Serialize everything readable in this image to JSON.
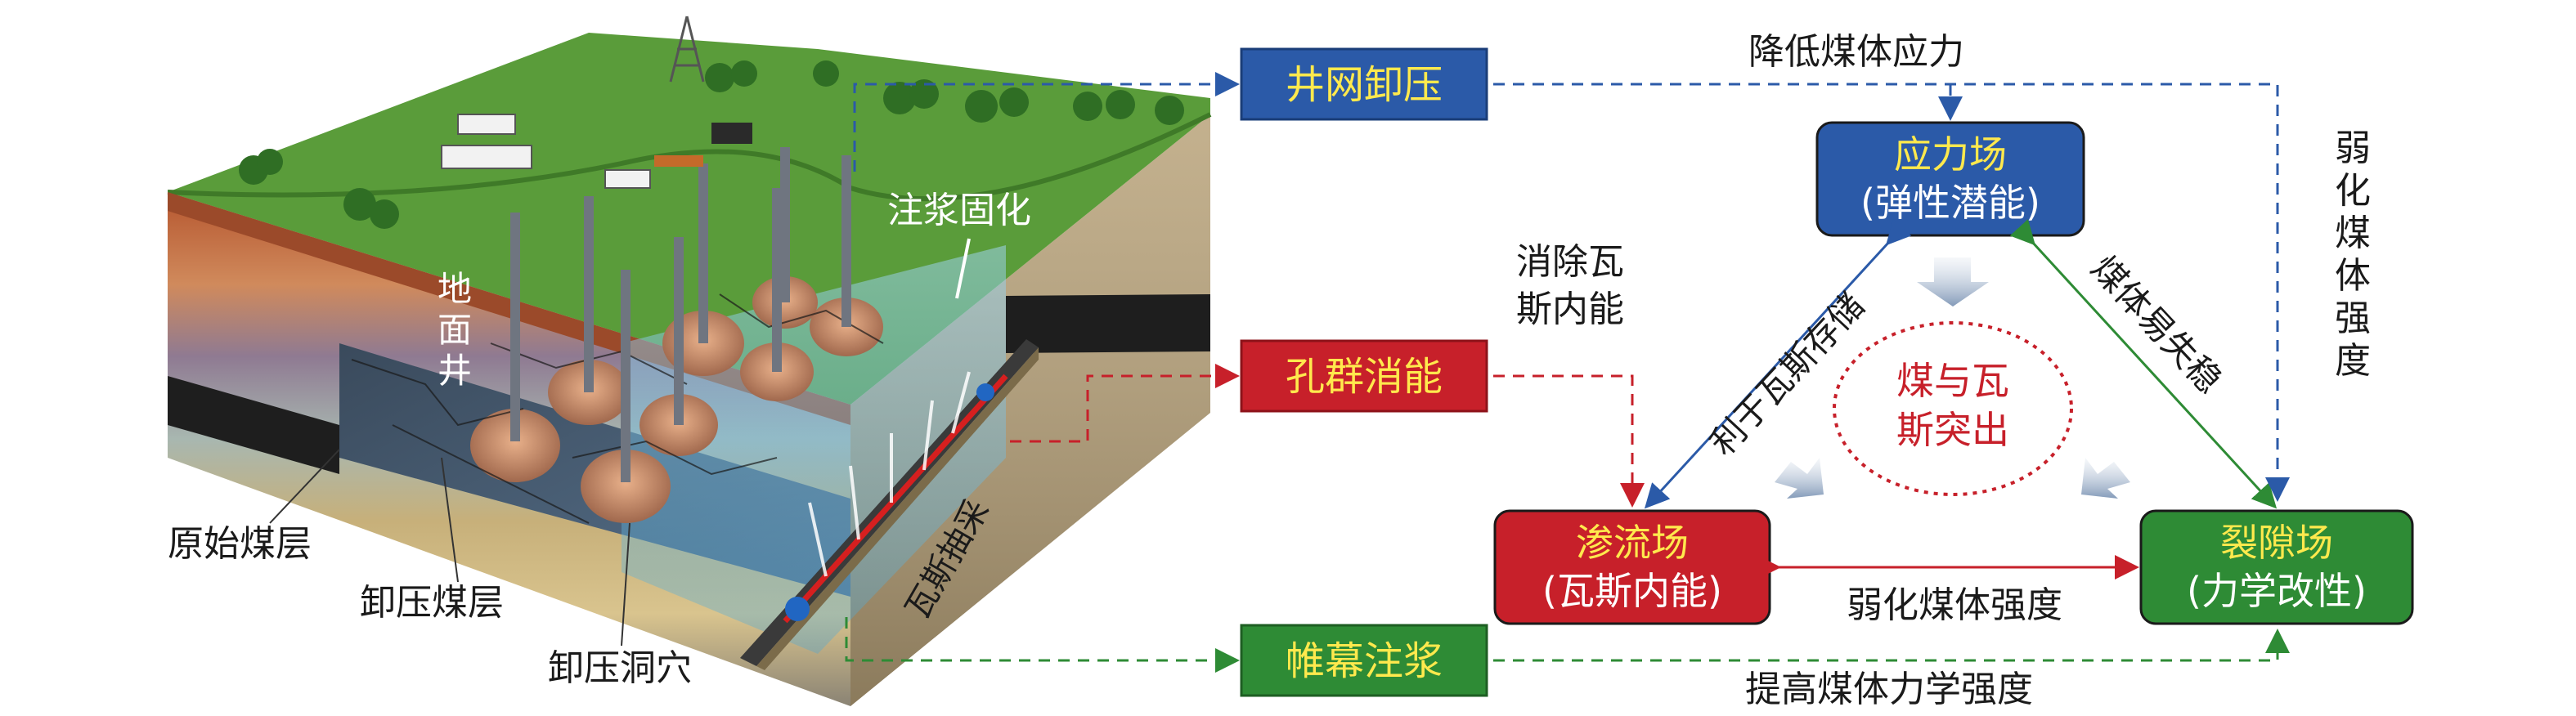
{
  "block_labels": {
    "surface_well": "地面井",
    "grout_solidify": "注浆固化",
    "original_seam": "原始煤层",
    "relieved_seam": "卸压煤层",
    "relief_cavity": "卸压洞穴",
    "gas_drainage": "瓦斯抽采"
  },
  "measures": {
    "well_network": "井网卸压",
    "hole_group": "孔群消能",
    "curtain_grout": "帷幕注浆"
  },
  "fields": {
    "stress": {
      "name": "应力场",
      "sub": "(弹性潜能)"
    },
    "seepage": {
      "name": "渗流场",
      "sub": "(瓦斯内能)"
    },
    "fracture": {
      "name": "裂隙场",
      "sub": "(力学改性)"
    }
  },
  "center_label": {
    "line1": "煤与瓦",
    "line2": "斯突出"
  },
  "edges": {
    "reduce_stress": "降低煤体应力",
    "weaken_strength": "弱化煤体强度",
    "improve_strength": "提高煤体力学强度",
    "eliminate_gas_energy_1": "消除瓦",
    "eliminate_gas_energy_2": "斯内能",
    "weaken_right": [
      "弱",
      "化",
      "煤",
      "体",
      "强",
      "度"
    ],
    "favor_gas_storage": "利于瓦斯存储",
    "coal_instability": "煤体易失稳"
  },
  "colors": {
    "blue": "#2b5aa8",
    "red": "#c7202a",
    "green": "#2e8b35",
    "yellow_text": "#ffe94d",
    "grass": "#5a9c3a"
  }
}
